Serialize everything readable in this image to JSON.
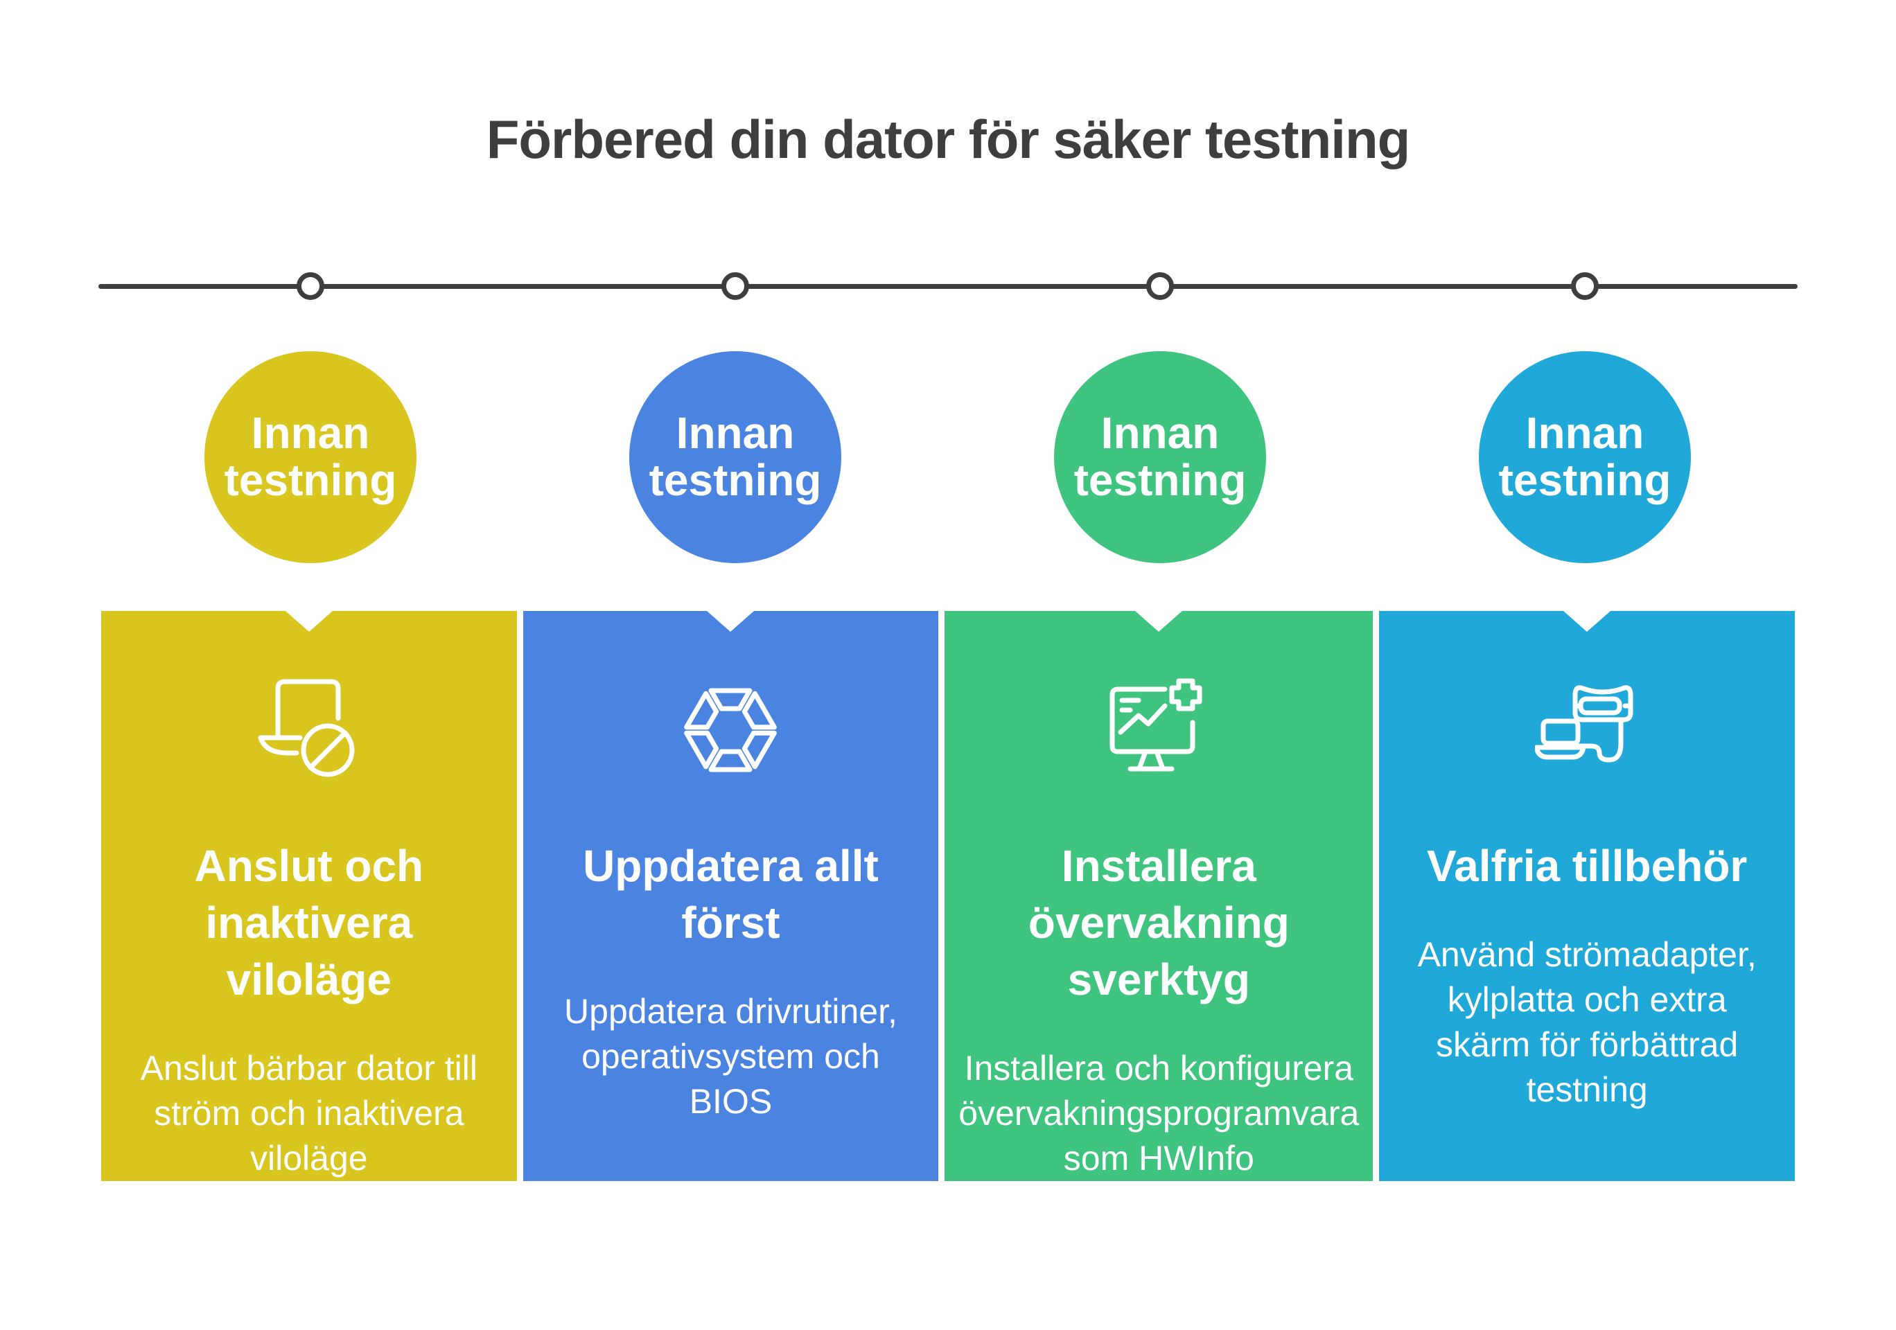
{
  "title": "Förbered din dator för säker testning",
  "colors": {
    "heading_text": "#3e3e3e",
    "timeline": "#3e3e3e",
    "step_text": "#ffffff",
    "step1_yellow": "#d8c51e",
    "step2_blue": "#4a84e0",
    "step3_green": "#3ec47f",
    "step4_cyan": "#20a8d8"
  },
  "steps": [
    {
      "badge": "Innan\ntestning",
      "color": "#d8c51e",
      "icon": "laptop-sleep-disabled-icon",
      "title": "Anslut och\ninaktivera\nviloläge",
      "description": "Anslut bärbar dator till\nström och inaktivera\nviloläge"
    },
    {
      "badge": "Innan\ntestning",
      "color": "#4a84e0",
      "icon": "update-cycle-icon",
      "title": "Uppdatera allt\nförst",
      "description": "Uppdatera drivrutiner,\noperativsystem och\nBIOS"
    },
    {
      "badge": "Innan\ntestning",
      "color": "#3ec47f",
      "icon": "monitor-diagnostics-icon",
      "title": "Installera\növervakning\nsverktyg",
      "description": "Installera och konfigurera\növervakningsprogramvara\nsom HWInfo"
    },
    {
      "badge": "Innan\ntestning",
      "color": "#20a8d8",
      "icon": "power-adapter-laptop-icon",
      "title": "Valfria tillbehör",
      "description": "Använd strömadapter,\nkylplatta och extra\nskärm för förbättrad\ntestning"
    }
  ]
}
